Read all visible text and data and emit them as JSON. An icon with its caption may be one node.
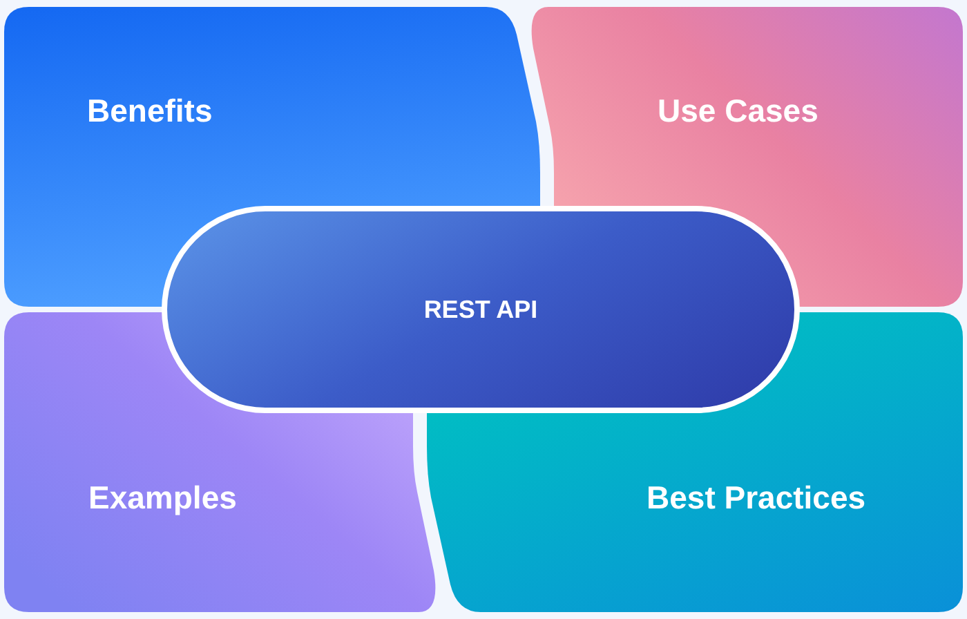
{
  "diagram": {
    "nodes": [
      {
        "text": [
          "Benefits"
        ]
      },
      {
        "text": [
          "Use Cases"
        ]
      },
      {
        "text": [
          "REST API"
        ]
      },
      {
        "text": [
          "Examples"
        ]
      },
      {
        "text": [
          "Best Practices"
        ]
      }
    ]
  }
}
